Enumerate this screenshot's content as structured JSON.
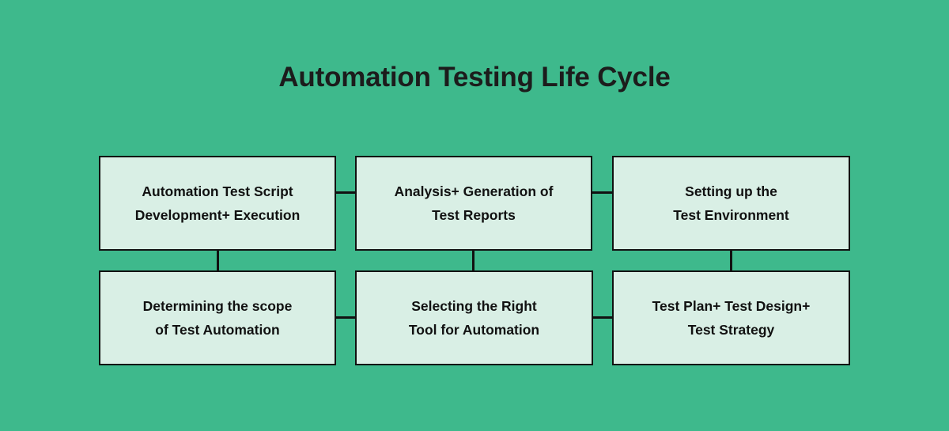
{
  "diagram": {
    "title": "Automation Testing Life Cycle",
    "background_color": "#3eb98c",
    "node_fill_color": "#d9efe5",
    "node_border_color": "#111111",
    "text_color": "#111111",
    "nodes": [
      {
        "id": "node-1",
        "label": "Automation Test Script\nDevelopment+ Execution",
        "row": 1,
        "column": 1
      },
      {
        "id": "node-2",
        "label": "Analysis+ Generation of\nTest Reports",
        "row": 1,
        "column": 2
      },
      {
        "id": "node-3",
        "label": "Setting up the\nTest Environment",
        "row": 1,
        "column": 3
      },
      {
        "id": "node-4",
        "label": "Determining the scope\nof Test Automation",
        "row": 2,
        "column": 1
      },
      {
        "id": "node-5",
        "label": "Selecting the Right\nTool for Automation",
        "row": 2,
        "column": 2
      },
      {
        "id": "node-6",
        "label": "Test Plan+ Test Design+\nTest Strategy",
        "row": 2,
        "column": 3
      }
    ],
    "connectors": [
      {
        "id": "link-h-top-1",
        "from": "node-1",
        "to": "node-2",
        "orientation": "horizontal"
      },
      {
        "id": "link-h-top-2",
        "from": "node-2",
        "to": "node-3",
        "orientation": "horizontal"
      },
      {
        "id": "link-v-1",
        "from": "node-1",
        "to": "node-4",
        "orientation": "vertical"
      },
      {
        "id": "link-v-2",
        "from": "node-2",
        "to": "node-5",
        "orientation": "vertical"
      },
      {
        "id": "link-v-3",
        "from": "node-3",
        "to": "node-6",
        "orientation": "vertical"
      },
      {
        "id": "link-h-bot-1",
        "from": "node-4",
        "to": "node-5",
        "orientation": "horizontal"
      },
      {
        "id": "link-h-bot-2",
        "from": "node-5",
        "to": "node-6",
        "orientation": "horizontal"
      }
    ]
  }
}
